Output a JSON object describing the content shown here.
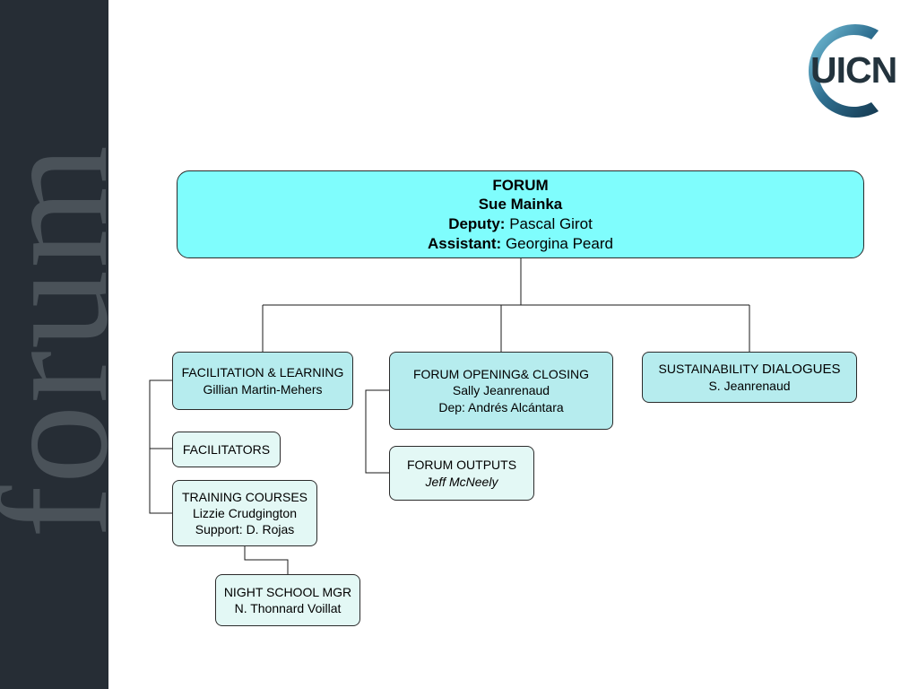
{
  "sidebar": {
    "watermark_text": "forum"
  },
  "logo": {
    "text": "UICN",
    "colors": {
      "ring_dark": "#1b4661",
      "ring_light": "#5db3d0",
      "text": "#23333d"
    }
  },
  "root": {
    "title": "FORUM",
    "name": "Sue Mainka",
    "deputy_label": "Deputy:",
    "deputy_value": "Pascal Girot",
    "assistant_label": "Assistant:",
    "assistant_value": "Georgina Peard"
  },
  "facilitation": {
    "title": "FACILITATION & LEARNING",
    "person": "Gillian Martin-Mehers"
  },
  "facilitators": {
    "title": "FACILITATORS"
  },
  "training": {
    "title": "TRAINING COURSES",
    "person": "Lizzie Crudgington",
    "support": "Support: D. Rojas"
  },
  "night_school": {
    "title": "NIGHT SCHOOL MGR",
    "person": "N. Thonnard Voillat"
  },
  "opening": {
    "title": "FORUM OPENING& CLOSING",
    "person": "Sally Jeanrenaud",
    "deputy": "Dep: Andrés Alcántara"
  },
  "outputs": {
    "title": "FORUM OUTPUTS",
    "person": "Jeff McNeely"
  },
  "sustainability": {
    "title_part1": "SUSTAINABILITY ",
    "title_part2": "DIALOGUES",
    "person": "S. Jeanrenaud"
  },
  "colors": {
    "sidebar_bg": "#262d35",
    "root_fill": "#7ffdfd",
    "mid_fill": "#b6ecee",
    "leaf_fill": "#e3f8f5",
    "line": "#1a1a1a"
  }
}
